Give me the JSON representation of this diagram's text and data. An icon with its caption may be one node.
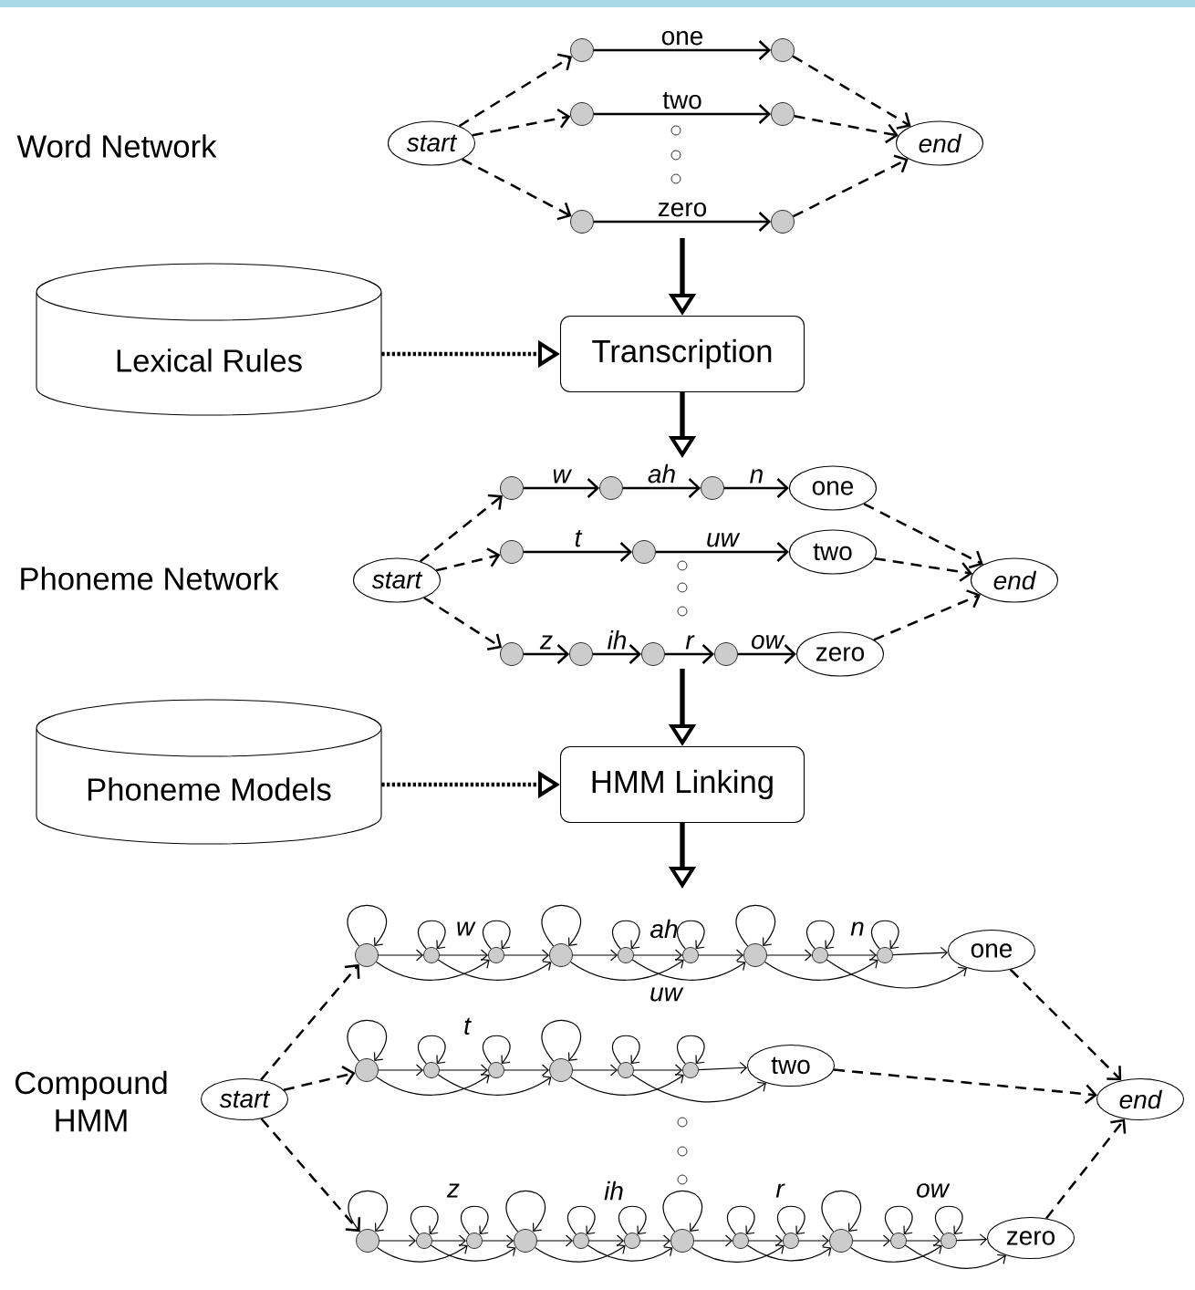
{
  "diagram": {
    "nodes": [
      {
        "text": [
          "start"
        ]
      },
      {
        "text": [],
        "shape": "circle"
      },
      {
        "text": [],
        "shape": "circle"
      },
      {
        "text": [],
        "shape": "circle"
      },
      {
        "text": [],
        "shape": "circle"
      },
      {
        "text": [],
        "shape": "circle"
      },
      {
        "text": [],
        "shape": "circle"
      },
      {
        "text": [
          "end"
        ]
      },
      {
        "text": [
          "Lexical Rules"
        ]
      },
      {
        "text": [
          "Transcription"
        ]
      },
      {
        "text": [
          "start"
        ]
      },
      {
        "text": [],
        "shape": "circle"
      },
      {
        "text": [],
        "shape": "circle"
      },
      {
        "text": [],
        "shape": "circle"
      },
      {
        "text": [
          "one"
        ]
      },
      {
        "text": [],
        "shape": "circle"
      },
      {
        "text": [],
        "shape": "circle"
      },
      {
        "text": [
          "two"
        ]
      },
      {
        "text": [],
        "shape": "circle"
      },
      {
        "text": [],
        "shape": "circle"
      },
      {
        "text": [],
        "shape": "circle"
      },
      {
        "text": [],
        "shape": "circle"
      },
      {
        "text": [
          "zero"
        ]
      },
      {
        "text": [
          "end"
        ]
      },
      {
        "text": [
          "Phoneme Models"
        ]
      },
      {
        "text": [
          "HMM Linking"
        ]
      },
      {
        "text": [
          "start"
        ]
      },
      {
        "text": [],
        "shape": "circle"
      },
      {
        "text": [],
        "shape": "circle"
      },
      {
        "text": [],
        "shape": "circle"
      },
      {
        "text": [],
        "shape": "circle"
      },
      {
        "text": [],
        "shape": "circle"
      },
      {
        "text": [],
        "shape": "circle"
      },
      {
        "text": [],
        "shape": "circle"
      },
      {
        "text": [],
        "shape": "circle"
      },
      {
        "text": [],
        "shape": "circle"
      },
      {
        "text": [
          "one"
        ]
      },
      {
        "text": [],
        "shape": "circle"
      },
      {
        "text": [],
        "shape": "circle"
      },
      {
        "text": [],
        "shape": "circle"
      },
      {
        "text": [],
        "shape": "circle"
      },
      {
        "text": [],
        "shape": "circle"
      },
      {
        "text": [],
        "shape": "circle"
      },
      {
        "text": [
          "two"
        ]
      },
      {
        "text": [],
        "shape": "circle"
      },
      {
        "text": [],
        "shape": "circle"
      },
      {
        "text": [],
        "shape": "circle"
      },
      {
        "text": [],
        "shape": "circle"
      },
      {
        "text": [],
        "shape": "circle"
      },
      {
        "text": [],
        "shape": "circle"
      },
      {
        "text": [],
        "shape": "circle"
      },
      {
        "text": [],
        "shape": "circle"
      },
      {
        "text": [],
        "shape": "circle"
      },
      {
        "text": [],
        "shape": "circle"
      },
      {
        "text": [],
        "shape": "circle"
      },
      {
        "text": [],
        "shape": "circle"
      },
      {
        "text": [
          "zero"
        ]
      },
      {
        "text": [
          "end"
        ]
      }
    ],
    "edges": [
      {
        "from": 0,
        "to": 1,
        "arrow": "to",
        "style": "dashed"
      },
      {
        "from": 0,
        "to": 3,
        "arrow": "to",
        "style": "dashed"
      },
      {
        "from": 0,
        "to": 5,
        "arrow": "to",
        "style": "dashed"
      },
      {
        "from": 1,
        "to": 2,
        "arrow": "to",
        "label": "one"
      },
      {
        "from": 3,
        "to": 4,
        "arrow": "to",
        "label": "two"
      },
      {
        "from": 5,
        "to": 6,
        "arrow": "to",
        "label": "zero"
      },
      {
        "from": 2,
        "to": 7,
        "arrow": "to",
        "style": "dashed"
      },
      {
        "from": 4,
        "to": 7,
        "arrow": "to",
        "style": "dashed"
      },
      {
        "from": 6,
        "to": 7,
        "arrow": "to",
        "style": "dashed"
      },
      {
        "from": null,
        "to": 9,
        "arrow": "to",
        "style": "thick"
      },
      {
        "from": 8,
        "to": 9,
        "arrow": "to",
        "style": "dashed"
      },
      {
        "from": 9,
        "to": null,
        "arrow": "to",
        "style": "thick"
      },
      {
        "from": 10,
        "to": 11,
        "arrow": "to",
        "style": "dashed"
      },
      {
        "from": 10,
        "to": 15,
        "arrow": "to",
        "style": "dashed"
      },
      {
        "from": 10,
        "to": 18,
        "arrow": "to",
        "style": "dashed"
      },
      {
        "from": 11,
        "to": 12,
        "arrow": "to",
        "label": "w"
      },
      {
        "from": 12,
        "to": 13,
        "arrow": "to",
        "label": "ah"
      },
      {
        "from": 13,
        "to": 14,
        "arrow": "to",
        "label": "n"
      },
      {
        "from": 15,
        "to": 16,
        "arrow": "to",
        "label": "t"
      },
      {
        "from": 16,
        "to": 17,
        "arrow": "to",
        "label": "uw"
      },
      {
        "from": 18,
        "to": 19,
        "arrow": "to",
        "label": "z"
      },
      {
        "from": 19,
        "to": 20,
        "arrow": "to",
        "label": "ih"
      },
      {
        "from": 20,
        "to": 21,
        "arrow": "to",
        "label": "r"
      },
      {
        "from": 21,
        "to": 22,
        "arrow": "to",
        "label": "ow"
      },
      {
        "from": 14,
        "to": 23,
        "arrow": "to",
        "style": "dashed"
      },
      {
        "from": 17,
        "to": 23,
        "arrow": "to",
        "style": "dashed"
      },
      {
        "from": 22,
        "to": 23,
        "arrow": "to",
        "style": "dashed"
      },
      {
        "from": null,
        "to": 25,
        "arrow": "to",
        "style": "thick"
      },
      {
        "from": 24,
        "to": 25,
        "arrow": "to",
        "style": "dashed"
      },
      {
        "from": 25,
        "to": null,
        "arrow": "to",
        "style": "thick"
      },
      {
        "from": 26,
        "to": 27,
        "arrow": "to",
        "style": "dashed"
      },
      {
        "from": 26,
        "to": 37,
        "arrow": "to",
        "style": "dashed"
      },
      {
        "from": 26,
        "to": 44,
        "arrow": "to",
        "style": "dashed"
      },
      {
        "from": 27,
        "to": 27,
        "arrow": "to"
      },
      {
        "from": 28,
        "to": 28,
        "arrow": "to"
      },
      {
        "from": 29,
        "to": 29,
        "arrow": "to"
      },
      {
        "from": 30,
        "to": 30,
        "arrow": "to"
      },
      {
        "from": 31,
        "to": 31,
        "arrow": "to"
      },
      {
        "from": 32,
        "to": 32,
        "arrow": "to"
      },
      {
        "from": 33,
        "to": 33,
        "arrow": "to"
      },
      {
        "from": 34,
        "to": 34,
        "arrow": "to"
      },
      {
        "from": 35,
        "to": 35,
        "arrow": "to"
      },
      {
        "from": 27,
        "to": 28,
        "arrow": "to"
      },
      {
        "from": 28,
        "to": 29,
        "arrow": "to"
      },
      {
        "from": 29,
        "to": 30,
        "arrow": "to"
      },
      {
        "from": 30,
        "to": 31,
        "arrow": "to"
      },
      {
        "from": 31,
        "to": 32,
        "arrow": "to"
      },
      {
        "from": 32,
        "to": 33,
        "arrow": "to"
      },
      {
        "from": 33,
        "to": 34,
        "arrow": "to"
      },
      {
        "from": 34,
        "to": 35,
        "arrow": "to"
      },
      {
        "from": 35,
        "to": 36,
        "arrow": "to"
      },
      {
        "from": 27,
        "to": 29,
        "arrow": "to"
      },
      {
        "from": 28,
        "to": 30,
        "arrow": "to"
      },
      {
        "from": 30,
        "to": 32,
        "arrow": "to"
      },
      {
        "from": 31,
        "to": 33,
        "arrow": "to"
      },
      {
        "from": 33,
        "to": 35,
        "arrow": "to"
      },
      {
        "from": 34,
        "to": 36,
        "arrow": "to"
      },
      {
        "from": 37,
        "to": 37,
        "arrow": "to"
      },
      {
        "from": 38,
        "to": 38,
        "arrow": "to"
      },
      {
        "from": 39,
        "to": 39,
        "arrow": "to"
      },
      {
        "from": 40,
        "to": 40,
        "arrow": "to"
      },
      {
        "from": 41,
        "to": 41,
        "arrow": "to"
      },
      {
        "from": 42,
        "to": 42,
        "arrow": "to"
      },
      {
        "from": 37,
        "to": 38,
        "arrow": "to"
      },
      {
        "from": 38,
        "to": 39,
        "arrow": "to"
      },
      {
        "from": 39,
        "to": 40,
        "arrow": "to"
      },
      {
        "from": 40,
        "to": 41,
        "arrow": "to"
      },
      {
        "from": 41,
        "to": 42,
        "arrow": "to"
      },
      {
        "from": 42,
        "to": 43,
        "arrow": "to"
      },
      {
        "from": 37,
        "to": 39,
        "arrow": "to"
      },
      {
        "from": 38,
        "to": 40,
        "arrow": "to"
      },
      {
        "from": 40,
        "to": 42,
        "arrow": "to"
      },
      {
        "from": 41,
        "to": 43,
        "arrow": "to"
      },
      {
        "from": 44,
        "to": 44,
        "arrow": "to"
      },
      {
        "from": 45,
        "to": 45,
        "arrow": "to"
      },
      {
        "from": 46,
        "to": 46,
        "arrow": "to"
      },
      {
        "from": 47,
        "to": 47,
        "arrow": "to"
      },
      {
        "from": 48,
        "to": 48,
        "arrow": "to"
      },
      {
        "from": 49,
        "to": 49,
        "arrow": "to"
      },
      {
        "from": 50,
        "to": 50,
        "arrow": "to"
      },
      {
        "from": 51,
        "to": 51,
        "arrow": "to"
      },
      {
        "from": 52,
        "to": 52,
        "arrow": "to"
      },
      {
        "from": 53,
        "to": 53,
        "arrow": "to"
      },
      {
        "from": 54,
        "to": 54,
        "arrow": "to"
      },
      {
        "from": 55,
        "to": 55,
        "arrow": "to"
      },
      {
        "from": 44,
        "to": 45,
        "arrow": "to"
      },
      {
        "from": 45,
        "to": 46,
        "arrow": "to"
      },
      {
        "from": 46,
        "to": 47,
        "arrow": "to"
      },
      {
        "from": 47,
        "to": 48,
        "arrow": "to"
      },
      {
        "from": 48,
        "to": 49,
        "arrow": "to"
      },
      {
        "from": 49,
        "to": 50,
        "arrow": "to"
      },
      {
        "from": 50,
        "to": 51,
        "arrow": "to"
      },
      {
        "from": 51,
        "to": 52,
        "arrow": "to"
      },
      {
        "from": 52,
        "to": 53,
        "arrow": "to"
      },
      {
        "from": 53,
        "to": 54,
        "arrow": "to"
      },
      {
        "from": 54,
        "to": 55,
        "arrow": "to"
      },
      {
        "from": 55,
        "to": 56,
        "arrow": "to"
      },
      {
        "from": 44,
        "to": 46,
        "arrow": "to"
      },
      {
        "from": 45,
        "to": 47,
        "arrow": "to"
      },
      {
        "from": 47,
        "to": 49,
        "arrow": "to"
      },
      {
        "from": 48,
        "to": 50,
        "arrow": "to"
      },
      {
        "from": 50,
        "to": 52,
        "arrow": "to"
      },
      {
        "from": 51,
        "to": 53,
        "arrow": "to"
      },
      {
        "from": 53,
        "to": 55,
        "arrow": "to"
      },
      {
        "from": 54,
        "to": 56,
        "arrow": "to"
      },
      {
        "from": 36,
        "to": 57,
        "arrow": "to",
        "style": "dashed"
      },
      {
        "from": 43,
        "to": 57,
        "arrow": "to",
        "style": "dashed"
      },
      {
        "from": 56,
        "to": 57,
        "arrow": "to",
        "style": "dashed"
      }
    ],
    "labels": [
      "Word Network",
      "Phoneme Network",
      "w",
      "ah",
      "n",
      "t",
      "uw",
      "Compound HMM",
      "z",
      "ih",
      "r",
      "ow"
    ]
  }
}
